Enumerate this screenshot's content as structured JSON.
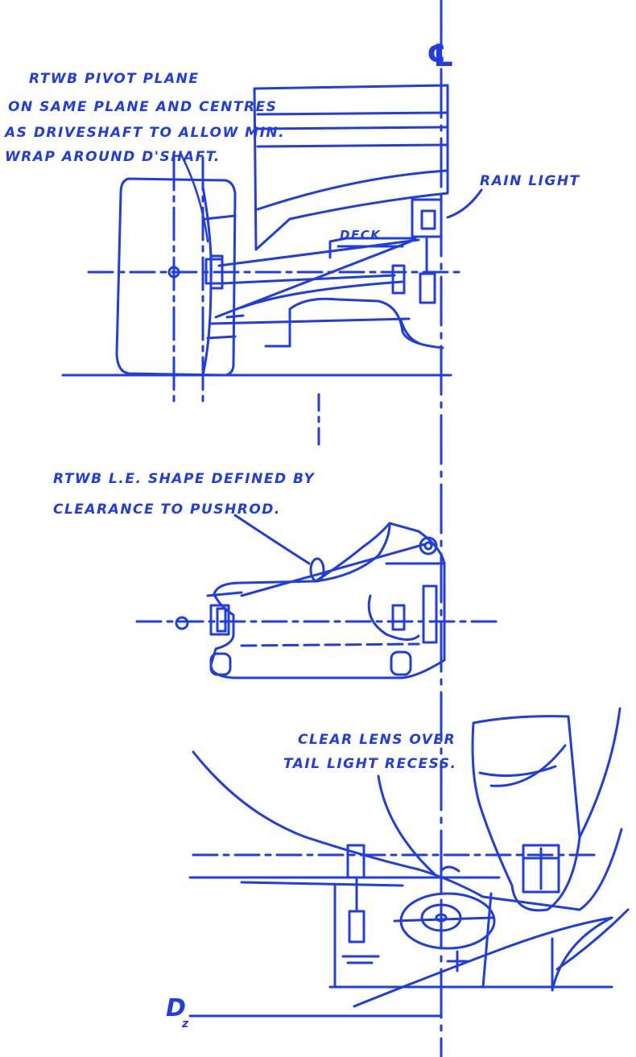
{
  "ink_color": "#1f3de0",
  "annotations": {
    "pivot_plane": [
      "RTWB PIVOT PLANE",
      "ON SAME PLANE AND CENTRES",
      "AS DRIVESHAFT TO ALLOW MIN.",
      "WRAP AROUND D'SHAFT."
    ],
    "rain_light": "RAIN LIGHT",
    "deck": "DECK",
    "centreline": "℄",
    "le_shape": [
      "RTWB L.E. SHAPE DEFINED BY",
      "CLEARANCE TO PUSHROD."
    ],
    "clear_lens": [
      "CLEAR LENS OVER",
      "TAIL LIGHT RECESS."
    ],
    "datum": "D",
    "datum_sub": "z"
  }
}
